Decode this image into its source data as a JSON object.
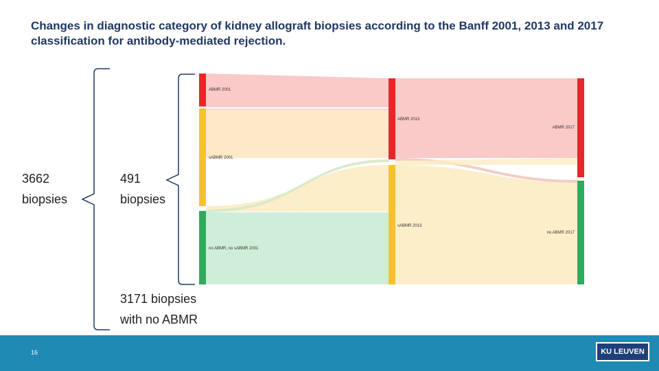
{
  "title": "Changes in diagnostic category of kidney allograft biopsies according to the Banff 2001, 2013 and 2017 classification for antibody-mediated rejection.",
  "left_total": {
    "line1": "3662",
    "line2": "biopsies"
  },
  "middle_group": {
    "line1": "491",
    "line2": "biopsies"
  },
  "no_abmr_group": {
    "line1": "3171 biopsies",
    "line2": "with no ABMR"
  },
  "page_number": "16",
  "logo_text": "KU LEUVEN",
  "colors": {
    "abmr_red": "#e8262a",
    "sabmr_yellow": "#f5c22f",
    "no_abmr_green": "#2eab5c",
    "footer_blue": "#1f8ab4",
    "bracket_blue": "#1f3864"
  },
  "sankey": {
    "nodes": [
      {
        "id": "abmr2001",
        "label": "ABMR 2001",
        "stage": 2001,
        "category": "abmr"
      },
      {
        "id": "sabmr2001",
        "label": "sABMR 2001",
        "stage": 2001,
        "category": "sabmr"
      },
      {
        "id": "noabmr2001",
        "label": "no ABMR, no sABMR 2001",
        "stage": 2001,
        "category": "noabmr"
      },
      {
        "id": "abmr2013",
        "label": "ABMR 2013",
        "stage": 2013,
        "category": "abmr"
      },
      {
        "id": "sabmr2013",
        "label": "sABMR 2013",
        "stage": 2013,
        "category": "sabmr"
      },
      {
        "id": "abmr2017",
        "label": "ABMR 2017",
        "stage": 2017,
        "category": "abmr"
      },
      {
        "id": "noabmr2017",
        "label": "no ABMR 2017",
        "stage": 2017,
        "category": "noabmr"
      }
    ]
  }
}
